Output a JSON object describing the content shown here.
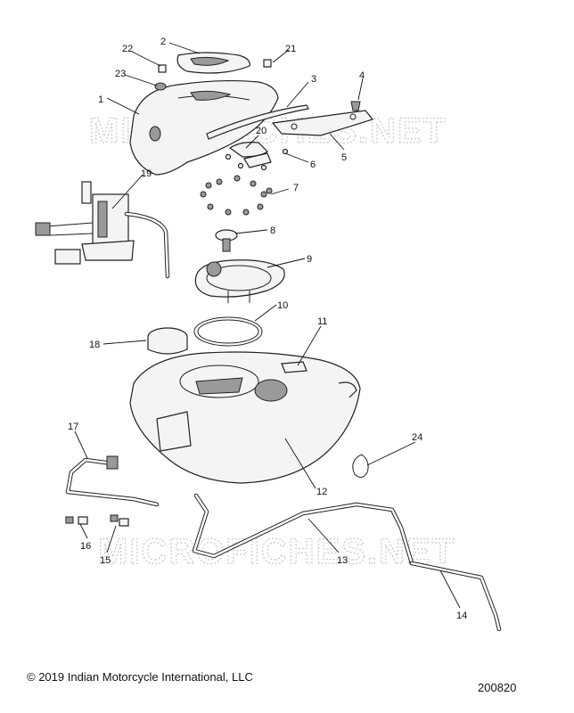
{
  "watermarks": [
    "MICROFICHES.NET",
    "MICROFICHES.NET"
  ],
  "callouts": [
    "1",
    "2",
    "3",
    "4",
    "5",
    "6",
    "7",
    "8",
    "9",
    "10",
    "11",
    "12",
    "13",
    "14",
    "15",
    "16",
    "17",
    "18",
    "19",
    "20",
    "21",
    "22",
    "23",
    "24"
  ],
  "footer": {
    "copyright": "© 2019 Indian Motorcycle International, LLC",
    "drawing_number": "200820"
  }
}
